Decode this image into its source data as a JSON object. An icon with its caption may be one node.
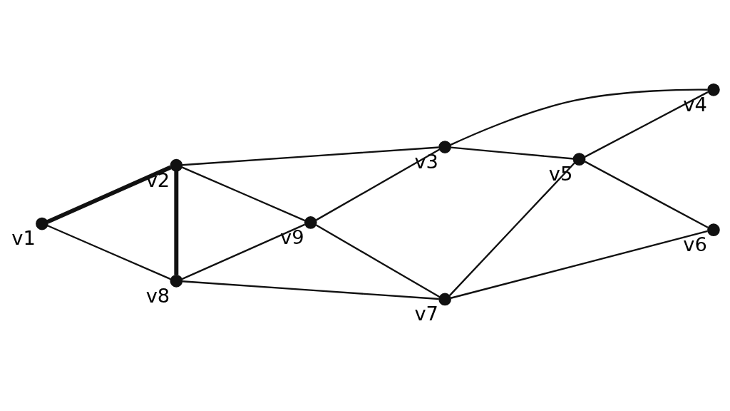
{
  "diagram": {
    "nodes": [
      {
        "text": [],
        "shape": "circle",
        "beside": [
          "v1"
        ]
      },
      {
        "text": [],
        "shape": "circle",
        "beside": [
          "v2"
        ]
      },
      {
        "text": [],
        "shape": "circle",
        "beside": [
          "v3"
        ]
      },
      {
        "text": [],
        "shape": "circle",
        "beside": [
          "v4"
        ]
      },
      {
        "text": [],
        "shape": "circle",
        "beside": [
          "v5"
        ]
      },
      {
        "text": [],
        "shape": "circle",
        "beside": [
          "v6"
        ]
      },
      {
        "text": [],
        "shape": "circle",
        "beside": [
          "v7"
        ]
      },
      {
        "text": [],
        "shape": "circle",
        "beside": [
          "v8"
        ]
      },
      {
        "text": [],
        "shape": "circle",
        "beside": [
          "v9"
        ]
      }
    ],
    "edges": [
      {
        "from": 0,
        "to": 1,
        "arrow": "none",
        "style": "thick"
      },
      {
        "from": 0,
        "to": 7,
        "arrow": "none"
      },
      {
        "from": 1,
        "to": 7,
        "arrow": "none",
        "style": "thick"
      },
      {
        "from": 1,
        "to": 2,
        "arrow": "none"
      },
      {
        "from": 1,
        "to": 8,
        "arrow": "none"
      },
      {
        "from": 7,
        "to": 8,
        "arrow": "none"
      },
      {
        "from": 7,
        "to": 6,
        "arrow": "none"
      },
      {
        "from": 8,
        "to": 2,
        "arrow": "none"
      },
      {
        "from": 8,
        "to": 6,
        "arrow": "none"
      },
      {
        "from": 2,
        "to": 3,
        "arrow": "none"
      },
      {
        "from": 2,
        "to": 4,
        "arrow": "none"
      },
      {
        "from": 6,
        "to": 4,
        "arrow": "none"
      },
      {
        "from": 6,
        "to": 5,
        "arrow": "none"
      },
      {
        "from": 4,
        "to": 3,
        "arrow": "none"
      },
      {
        "from": 4,
        "to": 5,
        "arrow": "none"
      }
    ]
  }
}
